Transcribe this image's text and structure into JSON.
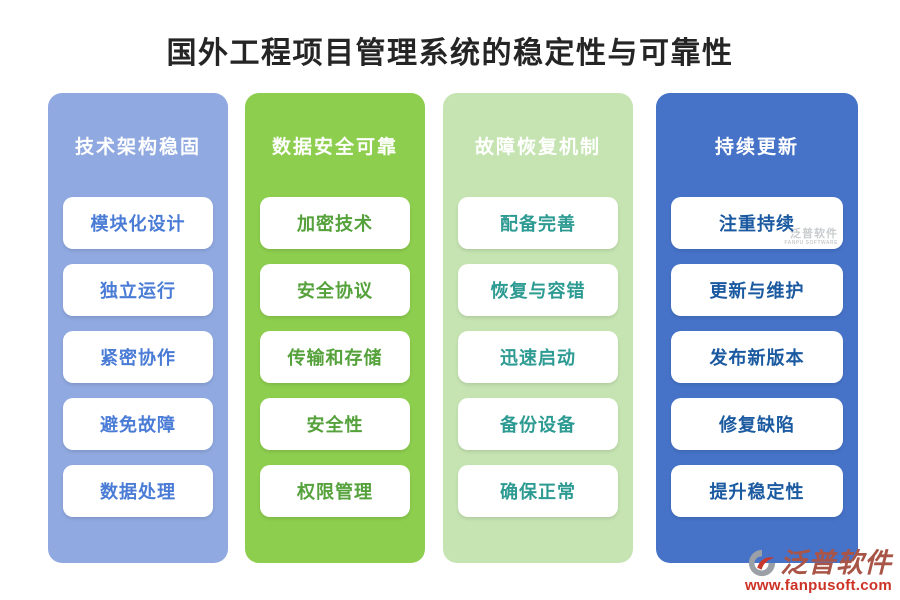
{
  "title": "国外工程项目管理系统的稳定性与可靠性",
  "columns": [
    {
      "id": "tech-architecture",
      "header": "技术架构稳固",
      "items": [
        "模块化设计",
        "独立运行",
        "紧密协作",
        "避免故障",
        "数据处理"
      ],
      "colors": {
        "bg": "#90A9E0",
        "item_text": "#4A7CD6"
      }
    },
    {
      "id": "data-security",
      "header": "数据安全可靠",
      "items": [
        "加密技术",
        "安全协议",
        "传输和存储",
        "安全性",
        "权限管理"
      ],
      "colors": {
        "bg": "#8DCE4E",
        "item_text": "#55A13B"
      }
    },
    {
      "id": "fault-recovery",
      "header": "故障恢复机制",
      "items": [
        "配备完善",
        "恢复与容错",
        "迅速启动",
        "备份设备",
        "确保正常"
      ],
      "colors": {
        "bg": "#C6E4B2",
        "item_text": "#2E9B93"
      }
    },
    {
      "id": "continuous-update",
      "header": "持续更新",
      "items": [
        "注重持续",
        "更新与维护",
        "发布新版本",
        "修复缺陷",
        "提升稳定性"
      ],
      "colors": {
        "bg": "#4673C8",
        "item_text": "#1B5AA0"
      }
    }
  ],
  "embedded_watermark": {
    "brand": "泛普软件",
    "sub": "FANPU SOFTWARE"
  },
  "watermark": {
    "brand": "泛普软件",
    "url": "www.fanpusoft.com",
    "brand_color": "#A85548",
    "url_color": "#CC3226",
    "icon_gray": "#9AA0A6",
    "icon_red": "#C9362B"
  }
}
